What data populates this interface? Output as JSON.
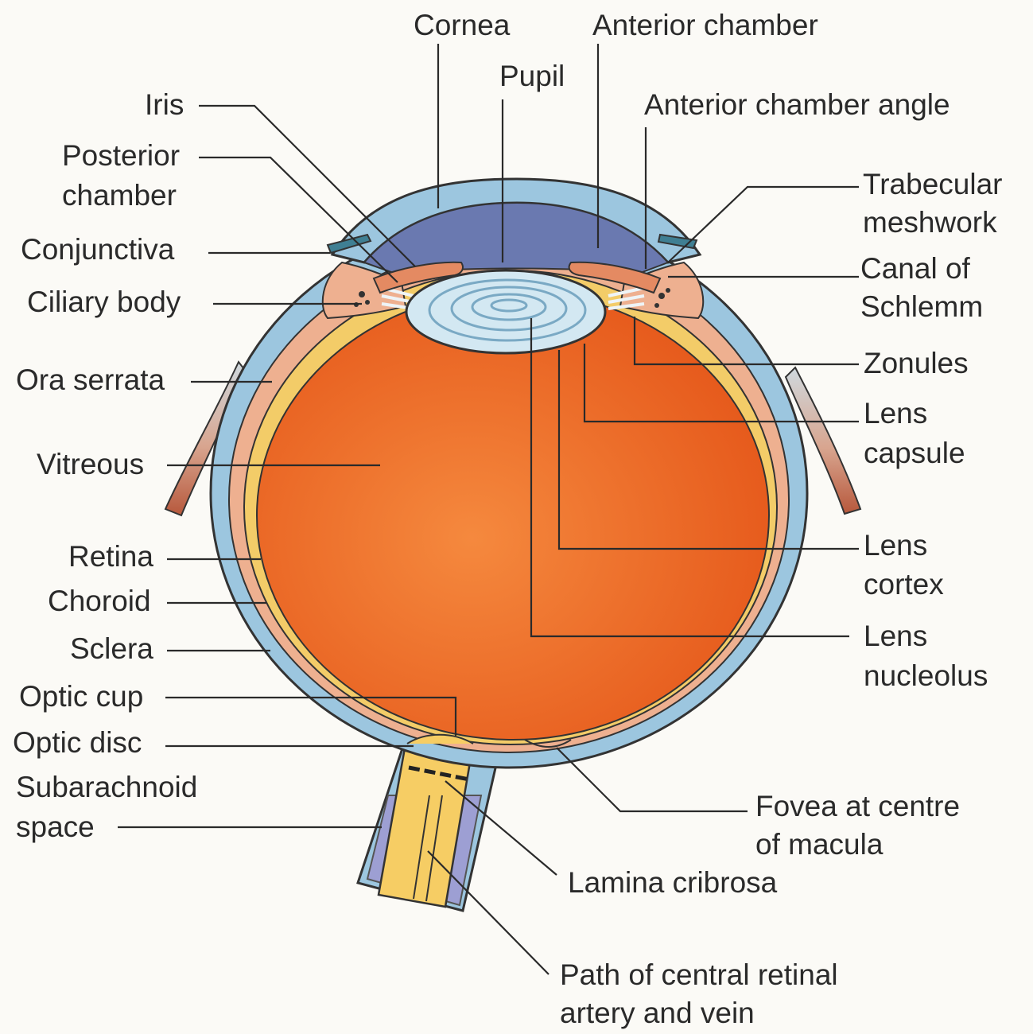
{
  "labels": {
    "cornea": "Cornea",
    "anterior_chamber": "Anterior chamber",
    "pupil": "Pupil",
    "iris": "Iris",
    "anterior_chamber_angle": "Anterior chamber angle",
    "posterior_chamber": [
      "Posterior",
      "chamber"
    ],
    "trabecular_meshwork": [
      "Trabecular",
      "meshwork"
    ],
    "conjunctiva": "Conjunctiva",
    "canal_of_schlemm": [
      "Canal of",
      "Schlemm"
    ],
    "ciliary_body": "Ciliary body",
    "zonules": "Zonules",
    "ora_serrata": "Ora serrata",
    "lens_capsule": [
      "Lens",
      "capsule"
    ],
    "vitreous": "Vitreous",
    "retina": "Retina",
    "lens_cortex": [
      "Lens",
      "cortex"
    ],
    "choroid": "Choroid",
    "sclera": "Sclera",
    "lens_nucleolus": [
      "Lens",
      "nucleolus"
    ],
    "optic_cup": "Optic cup",
    "optic_disc": "Optic disc",
    "subarachnoid_space": [
      "Subarachnoid",
      "space"
    ],
    "fovea": [
      "Fovea at centre",
      "of macula"
    ],
    "lamina_cribrosa": "Lamina cribrosa",
    "central_retinal_path": [
      "Path of central retinal",
      "artery and vein"
    ]
  },
  "colors": {
    "sclera": "#9cc6df",
    "choroid": "#eeb090",
    "retina": "#f3cc68",
    "vitreous": "#ee6a22",
    "anterior_chamber": "#6a79b0",
    "lens": "#d3e8f2",
    "muscle": "#c4735a",
    "leader": "#2a2a2a"
  }
}
